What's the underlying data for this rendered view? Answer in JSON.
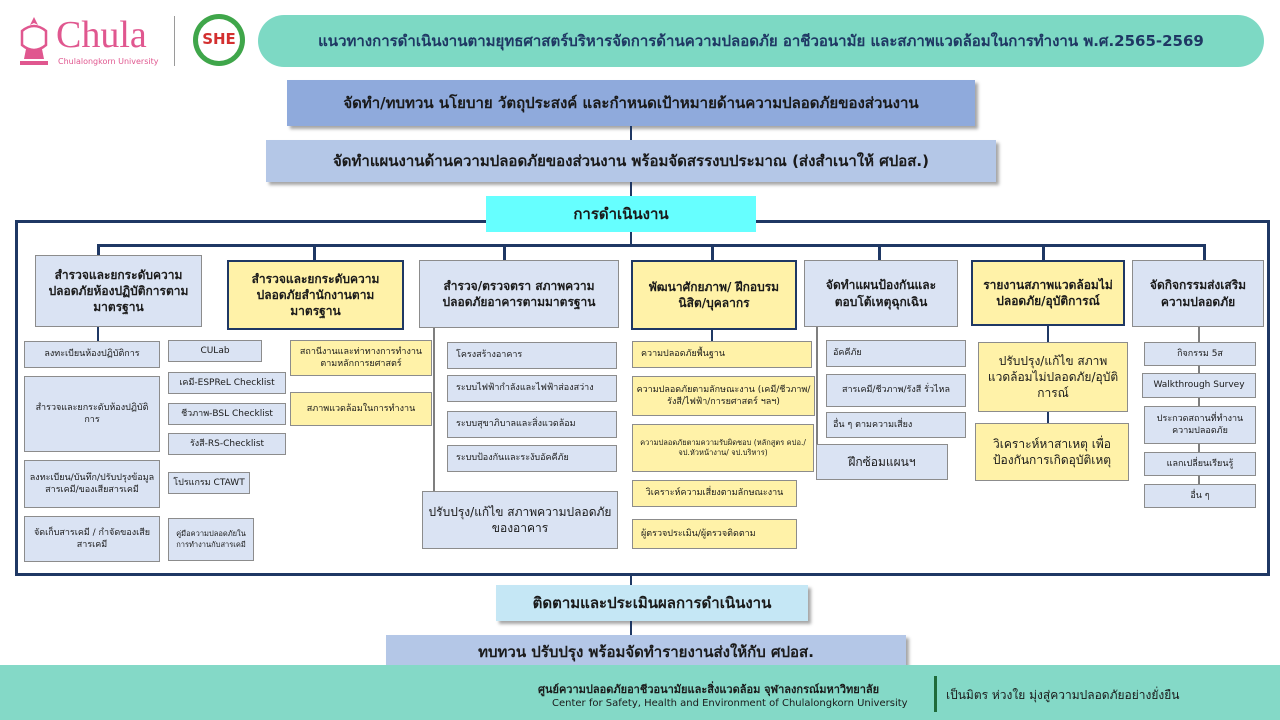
{
  "header": {
    "logo_text": "Chula",
    "logo_sub": "Chulalongkorn University",
    "she_logo": "SHE",
    "title": "แนวทางการดำเนินงานตามยุทธศาสตร์บริหารจัดการด้านความปลอดภัย อาชีวอนามัย และสภาพแวดล้อมในการทำงาน พ.ศ.2565-2569"
  },
  "flow": {
    "step1": "จัดทำ/ทบทวน นโยบาย วัตถุประสงค์ และกำหนดเป้าหมายด้านความปลอดภัยของส่วนงาน",
    "step2": "จัดทำแผนงานด้านความปลอดภัยของส่วนงาน พร้อมจัดสรรงบประมาณ (ส่งสำเนาให้ ศปอส.)",
    "operations": "การดำเนินงาน",
    "monitor": "ติดตามและประเมินผลการดำเนินงาน",
    "review": "ทบทวน ปรับปรุง พร้อมจัดทำรายงานส่งให้กับ ศปอส."
  },
  "columns": [
    {
      "head": "สำรวจและยกระดับความปลอดภัยห้องปฏิบัติการตามมาตรฐาน",
      "items": [
        {
          "left": "ลงทะเบียนห้องปฏิบัติการ",
          "right": [
            "CULab"
          ]
        },
        {
          "left": "สำรวจและยกระดับห้องปฏิบัติการ",
          "right": [
            "เคมี-ESPReL Checklist",
            "ชีวภาพ-BSL Checklist",
            "รังสี-RS-Checklist"
          ]
        },
        {
          "left": "ลงทะเบียน/บันทึก/ปรับปรุงข้อมูลสารเคมี/ของเสียสารเคมี",
          "right": [
            "โปรแกรม CTAWT"
          ]
        },
        {
          "left": "จัดเก็บสารเคมี / กำจัดของเสียสารเคมี",
          "right": [
            "คู่มือความปลอดภัยในการทำงานกับสารเคมี"
          ]
        }
      ]
    },
    {
      "head": "สำรวจและยกระดับความปลอดภัยสำนักงานตามมาตรฐาน",
      "items": [
        "สถานีงานและท่าทางการทำงานตามหลักการยศาสตร์",
        "สภาพแวดล้อมในการทำงาน"
      ]
    },
    {
      "head": "สำรวจ/ตรวจตรา สภาพความปลอดภัยอาคารตามมาตรฐาน",
      "items": [
        "โครงสร้างอาคาร",
        "ระบบไฟฟ้ากำลังและไฟฟ้าส่องสว่าง",
        "ระบบสุขาภิบาลและสิ่งแวดล้อม",
        "ระบบป้องกันและระงับอัคคีภัย"
      ],
      "bottom": "ปรับปรุง/แก้ไข สภาพความปลอดภัยของอาคาร"
    },
    {
      "head": "พัฒนาศักยภาพ/ ฝึกอบรมนิสิต/บุคลากร",
      "items": [
        "ความปลอดภัยพื้นฐาน",
        "ความปลอดภัยตามลักษณะงาน (เคมี/ชีวภาพ/รังสี/ไฟฟ้า/การยศาสตร์ ฯลฯ)",
        "ความปลอดภัยตามความรับผิดชอบ (หลักสูตร คปอ./ จป.หัวหน้างาน/ จป.บริหาร)",
        "วิเคราะห์ความเสี่ยงตามลักษณะงาน",
        "ผู้ตรวจประเมิน/ผู้ตรวจติดตาม"
      ]
    },
    {
      "head": "จัดทำแผนป้องกันและตอบโต้เหตุฉุกเฉิน",
      "items": [
        "อัคคีภัย",
        "สารเคมี/ชีวภาพ/รังสี รั่วไหล",
        "อื่น ๆ ตามความเสี่ยง"
      ],
      "bottom": "ฝึกซ้อมแผนฯ"
    },
    {
      "head": "รายงานสภาพแวดล้อมไม่ปลอดภัย/อุบัติการณ์",
      "items": [
        "ปรับปรุง/แก้ไข สภาพแวดล้อมไม่ปลอดภัย/อุบัติการณ์",
        "วิเคราะห์หาสาเหตุ เพื่อป้องกันการเกิดอุบัติเหตุ"
      ]
    },
    {
      "head": "จัดกิจกรรมส่งเสริมความปลอดภัย",
      "items": [
        "กิจกรรม 5ส",
        "Walkthrough Survey",
        "ประกวดสถานที่ทำงานความปลอดภัย",
        "แลกเปลี่ยนเรียนรู้",
        "อื่น ๆ"
      ]
    }
  ],
  "footer": {
    "center_th": "ศูนย์ความปลอดภัยอาชีวอนามัยและสิ่งแวดล้อม จุฬาลงกรณ์มหาวิทยาลัย",
    "center_en": "Center for Safety, Health and Environment of Chulalongkorn University",
    "slogan": "เป็นมิตร ห่วงใย มุ่งสู่ความปลอดภัยอย่างยั่งยืน"
  },
  "colors": {
    "header_bg": "#7dd9c4",
    "footer_bg": "#84d9c7",
    "navy": "#1f3864",
    "chula_pink": "#e0578f"
  }
}
